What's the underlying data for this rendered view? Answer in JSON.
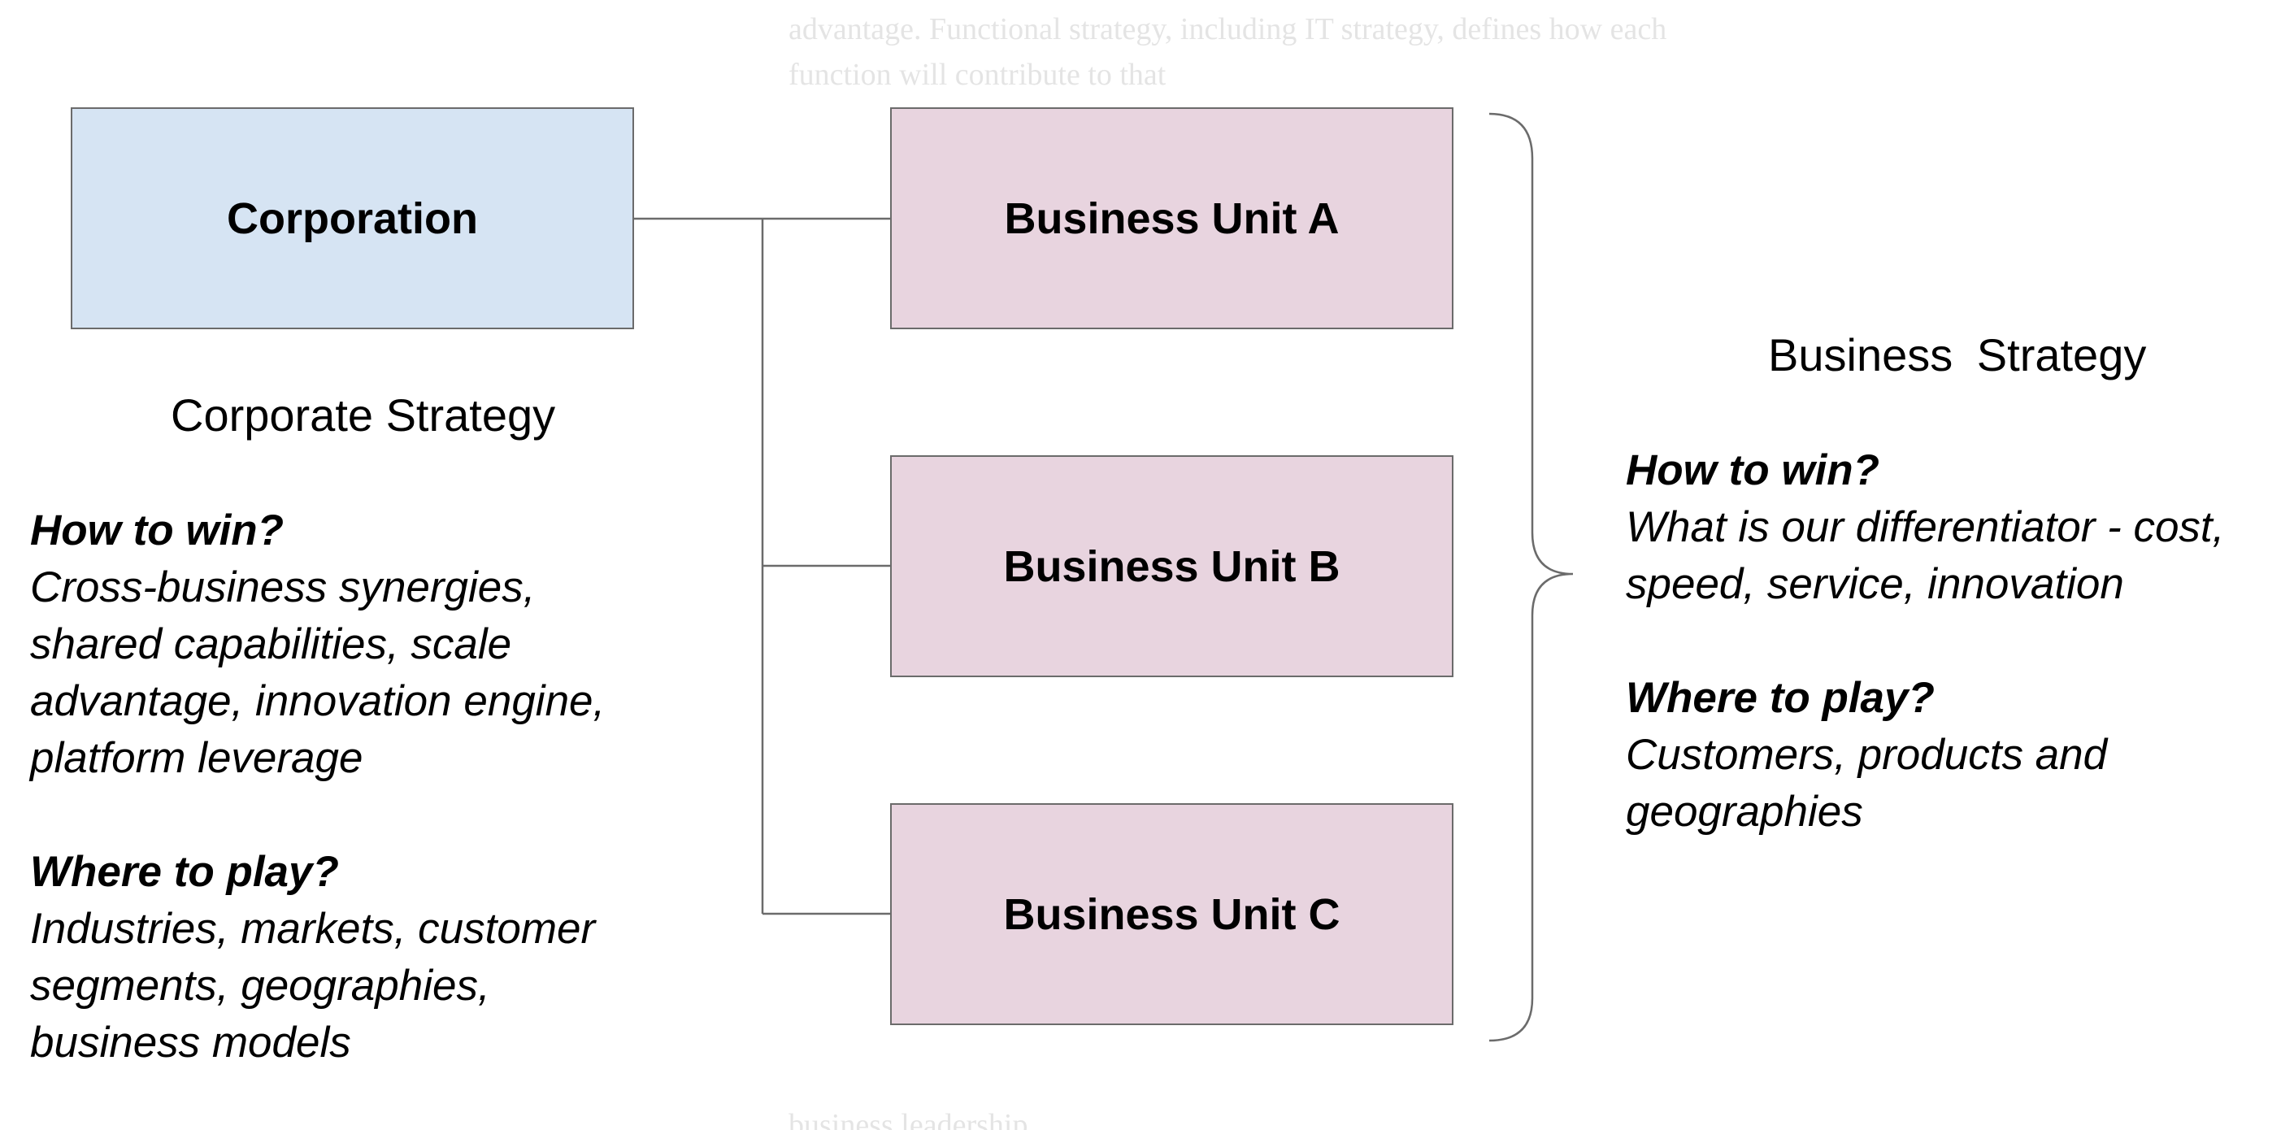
{
  "background_text": {
    "top_line": "advantage. Functional strategy, including IT strategy, defines how each",
    "top_line_2": "function will contribute to that",
    "bottom_line": "business leadership"
  },
  "boxes": {
    "corporation": "Corporation",
    "business_unit_a": "Business Unit A",
    "business_unit_b": "Business Unit B",
    "business_unit_c": "Business Unit C"
  },
  "corporate_strategy": {
    "title": "Corporate Strategy",
    "how_to_win_q": "How to win?",
    "how_to_win_lines": [
      "Cross-business synergies,",
      "shared capabilities, scale",
      "advantage, innovation engine,",
      "platform leverage"
    ],
    "where_to_play_q": "Where to play?",
    "where_to_play_lines": [
      "Industries, markets, customer",
      "segments, geographies,",
      "business models"
    ]
  },
  "business_strategy": {
    "title": "Business  Strategy",
    "how_to_win_q": "How to win?",
    "how_to_win_lines": [
      "What is our differentiator - cost,",
      "speed, service, innovation"
    ],
    "where_to_play_q": "Where to play?",
    "where_to_play_lines": [
      "Customers, products and",
      "geographies"
    ]
  },
  "colors": {
    "corporation_fill": "#d6e4f3",
    "business_unit_fill": "#e8d4df",
    "border": "#6b6b6b"
  }
}
